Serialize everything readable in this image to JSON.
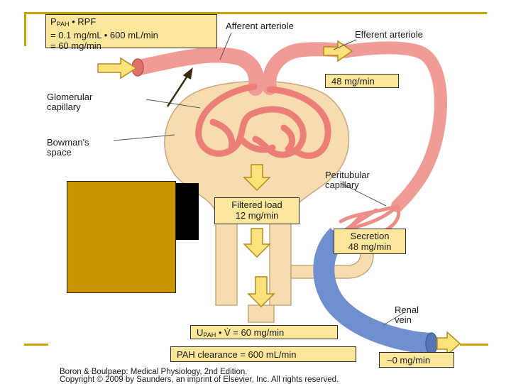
{
  "colors": {
    "accent_rule": "#c8a400",
    "artery": "#f19b96",
    "vein": "#6f8fcf",
    "tubule": "#f7dcb0",
    "label_box": "#fbe79b",
    "mask_gold": "#c99600"
  },
  "formula_box": {
    "line1_p": "P",
    "line1_sub": "PAH",
    "line1_rest": " • RPF",
    "line2": "= 0.1 mg/mL • 600 mL/min",
    "line3": "= 60 mg/min"
  },
  "labels": {
    "afferent": "Afferent arteriole",
    "efferent": "Efferent arteriole",
    "efferent_value": "48 mg/min",
    "glomerular_l1": "Glomerular",
    "glomerular_l2": "capillary",
    "bowman_l1": "Bowman's",
    "bowman_l2": "space",
    "peritubular_l1": "Peritubular",
    "peritubular_l2": "capillary",
    "filtered_l1": "Filtered load",
    "filtered_l2": "12 mg/min",
    "secretion_l1": "Secretion",
    "secretion_l2": "48 mg/min",
    "renal_l1": "Renal",
    "renal_l2": "vein",
    "urine_u": "U",
    "urine_sub": "PAH",
    "urine_rest": " • V̇ = 60 mg/min",
    "clearance": "PAH clearance = 600 mL/min",
    "vein_out": "~0 mg/min"
  },
  "credit": {
    "line1": "Boron & Boulpaep: Medical Physiology, 2nd Edition.",
    "line2": "Copyright © 2009 by Saunders, an imprint of Elsevier, Inc. All rights reserved."
  }
}
